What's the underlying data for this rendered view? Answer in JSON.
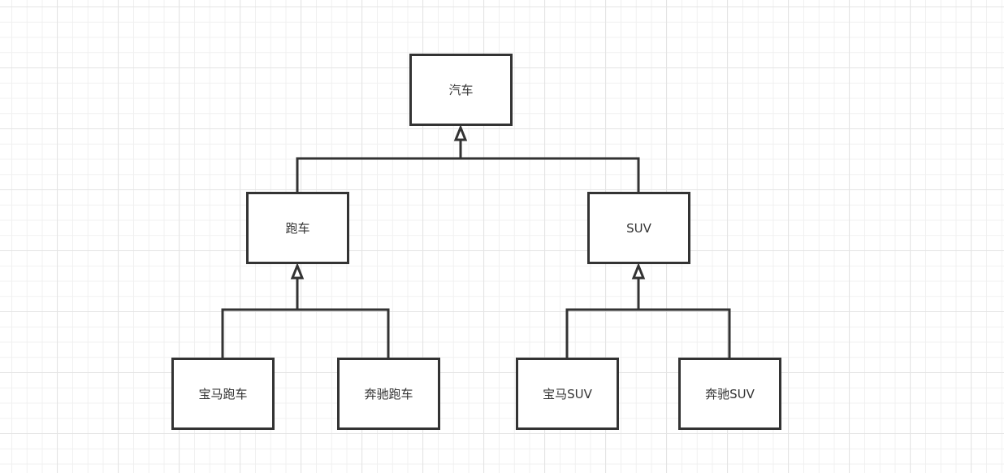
{
  "diagram": {
    "type": "inheritance-tree",
    "colors": {
      "stroke": "#333333",
      "fill": "#ffffff",
      "grid_minor": "#f0f0f0",
      "grid_major": "#e4e4e4",
      "text": "#333333"
    },
    "nodes": [
      {
        "id": "car",
        "label": "汽车"
      },
      {
        "id": "sports",
        "label": "跑车"
      },
      {
        "id": "suv",
        "label": "SUV"
      },
      {
        "id": "bmw_sports",
        "label": "宝马跑车"
      },
      {
        "id": "benz_sports",
        "label": "奔驰跑车"
      },
      {
        "id": "bmw_suv",
        "label": "宝马SUV"
      },
      {
        "id": "benz_suv",
        "label": "奔驰SUV"
      }
    ],
    "edges": [
      {
        "from": "sports",
        "to": "car",
        "arrow": "hollow-triangle"
      },
      {
        "from": "suv",
        "to": "car",
        "arrow": "hollow-triangle"
      },
      {
        "from": "bmw_sports",
        "to": "sports",
        "arrow": "hollow-triangle"
      },
      {
        "from": "benz_sports",
        "to": "sports",
        "arrow": "hollow-triangle"
      },
      {
        "from": "bmw_suv",
        "to": "suv",
        "arrow": "hollow-triangle"
      },
      {
        "from": "benz_suv",
        "to": "suv",
        "arrow": "hollow-triangle"
      }
    ]
  }
}
